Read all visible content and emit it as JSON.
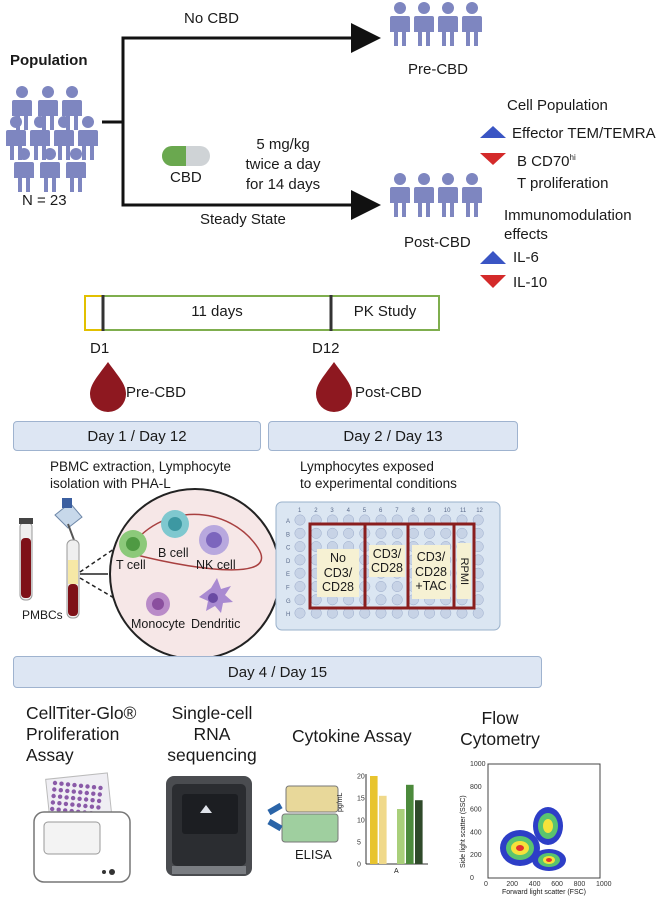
{
  "population": {
    "title": "Population",
    "count": "N = 23"
  },
  "arms": {
    "no_cbd": "No CBD",
    "pre_cbd": "Pre-CBD",
    "cbd": "CBD",
    "dose_line1": "5 mg/kg",
    "dose_line2": "twice a day",
    "dose_line3": "for 14 days",
    "steady_state": "Steady State",
    "post_cbd": "Post-CBD"
  },
  "effects": {
    "cell_population_title": "Cell Population",
    "up_effector": "Effector TEM/TEMRA",
    "down_b": "B CD70",
    "down_b_sup": "hi",
    "down_t": "T proliferation",
    "immuno_title_1": "Immunomodulation",
    "immuno_title_2": "effects",
    "up_il6": "IL-6",
    "down_il10": "IL-10",
    "up_color": "#3a55c4",
    "down_color": "#d42a2a"
  },
  "timeline": {
    "period": "11 days",
    "pk": "PK Study",
    "d1": "D1",
    "d12": "D12",
    "pre_label": "Pre-CBD",
    "post_label": "Post-CBD"
  },
  "day1": {
    "header": "Day 1 / Day 12",
    "desc1": "PBMC extraction, Lymphocyte",
    "desc2": "isolation with PHA-L",
    "pbmcs": "PMBCs",
    "cells": {
      "t": "T cell",
      "b": "B cell",
      "nk": "NK cell",
      "mono": "Monocyte",
      "dend": "Dendritic"
    }
  },
  "day2": {
    "header": "Day 2 / Day 13",
    "desc1": "Lymphocytes exposed",
    "desc2": "to experimental conditions",
    "cond1": "No CD3/ CD28",
    "cond2": "CD3/ CD28",
    "cond3": "CD3/ CD28 +TAC",
    "cond4": "RPMI",
    "col_numbers": [
      "1",
      "2",
      "3",
      "4",
      "5",
      "6",
      "7",
      "8",
      "9",
      "10",
      "11",
      "12"
    ],
    "row_letters": [
      "A",
      "B",
      "C",
      "D",
      "E",
      "F",
      "G",
      "H"
    ]
  },
  "day4": {
    "header": "Day 4 / Day 15",
    "ctg1": "CellTiter-Glo®",
    "ctg2": "Proliferation",
    "ctg3": "Assay",
    "sc1": "Single-cell",
    "sc2": "RNA",
    "sc3": "sequencing",
    "cytokine": "Cytokine Assay",
    "elisa": "ELISA",
    "flow1": "Flow",
    "flow2": "Cytometry"
  },
  "mini_bar": {
    "ylabel": "pg/mL",
    "xlabel": "A",
    "yticks": [
      "0",
      "5",
      "10",
      "15",
      "20"
    ],
    "values": [
      20,
      15.5,
      0,
      12.5,
      18,
      14.5
    ],
    "colors": [
      "#e8c42e",
      "#f0d98a",
      "#ffffff",
      "#a9cf7a",
      "#4c8a3c",
      "#2f4a2a"
    ]
  },
  "flow_plot": {
    "ylabel": "Side light scatter (SSC)",
    "xlabel": "Forward light scatter (FSC)",
    "xticks": [
      "0",
      "200",
      "400",
      "600",
      "800",
      "1000"
    ],
    "yticks": [
      "0",
      "200",
      "400",
      "600",
      "800",
      "1000"
    ]
  }
}
